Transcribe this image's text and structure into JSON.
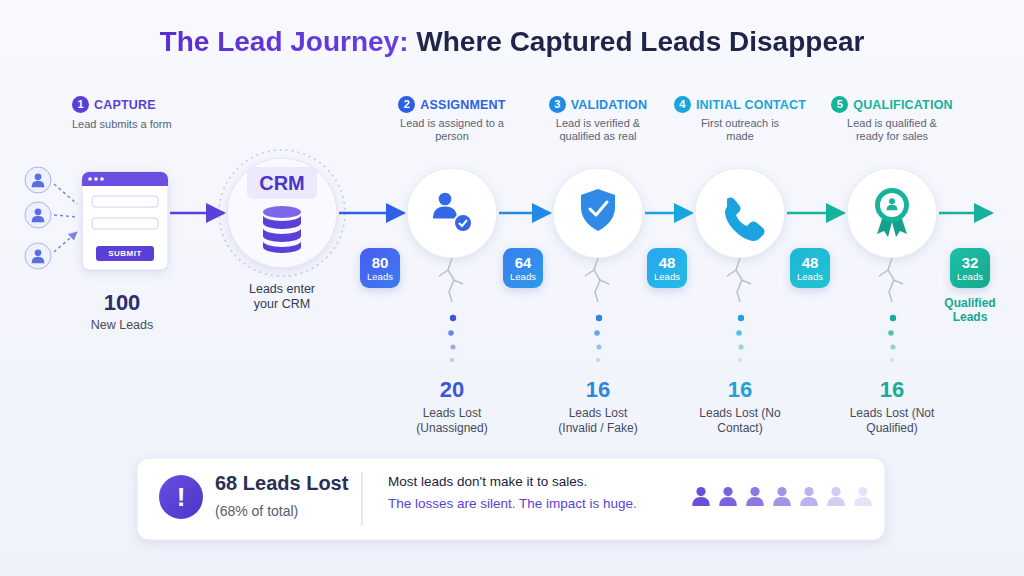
{
  "diagram": {
    "title": "The Lead Journey: Where Captured Leads Disappear",
    "nodes": [
      {
        "text": [
          "1",
          "CAPTURE",
          "Lead submits a form",
          "SUBMIT"
        ]
      },
      {
        "text": [
          "CRM",
          "Leads enter your CRM"
        ]
      },
      {
        "text": [
          "80",
          "Leads"
        ]
      },
      {
        "text": [
          "2",
          "ASSIGNMENT",
          "Lead is assigned to a person"
        ]
      },
      {
        "text": [
          "64",
          "Leads"
        ]
      },
      {
        "text": [
          "3",
          "VALIDATION",
          "Lead is verified & qualified as real"
        ]
      },
      {
        "text": [
          "48",
          "Leads"
        ]
      },
      {
        "text": [
          "4",
          "INITIAL CONTACT",
          "First outreach is made"
        ]
      },
      {
        "text": [
          "48",
          "Leads"
        ]
      },
      {
        "text": [
          "5",
          "QUALIFICATION",
          "Lead is qualified & ready for sales"
        ]
      },
      {
        "text": [
          "32",
          "Leads",
          "Qualified Leads"
        ]
      },
      {
        "text": [
          "68 Leads Lost",
          "(68% of total)",
          "Most leads don't make it to sales.",
          "The losses are silent. The impact is huge."
        ]
      },
      {
        "text": [
          "!"
        ],
        "in": 11
      }
    ],
    "edges": [
      {
        "from": 0,
        "to": 1,
        "arrow": "to"
      },
      {
        "from": 1,
        "to": 3,
        "arrow": "to"
      },
      {
        "from": 3,
        "to": 5,
        "arrow": "to"
      },
      {
        "from": 5,
        "to": 7,
        "arrow": "to"
      },
      {
        "from": 7,
        "to": 9,
        "arrow": "to"
      }
    ],
    "labels": [
      "100",
      "New Leads",
      "20",
      "Leads Lost (Unassigned)",
      "16",
      "Leads Lost (Invalid / Fake)",
      "16",
      "Leads Lost (No Contact)",
      "16",
      "Leads Lost (Not Qualified)"
    ]
  }
}
